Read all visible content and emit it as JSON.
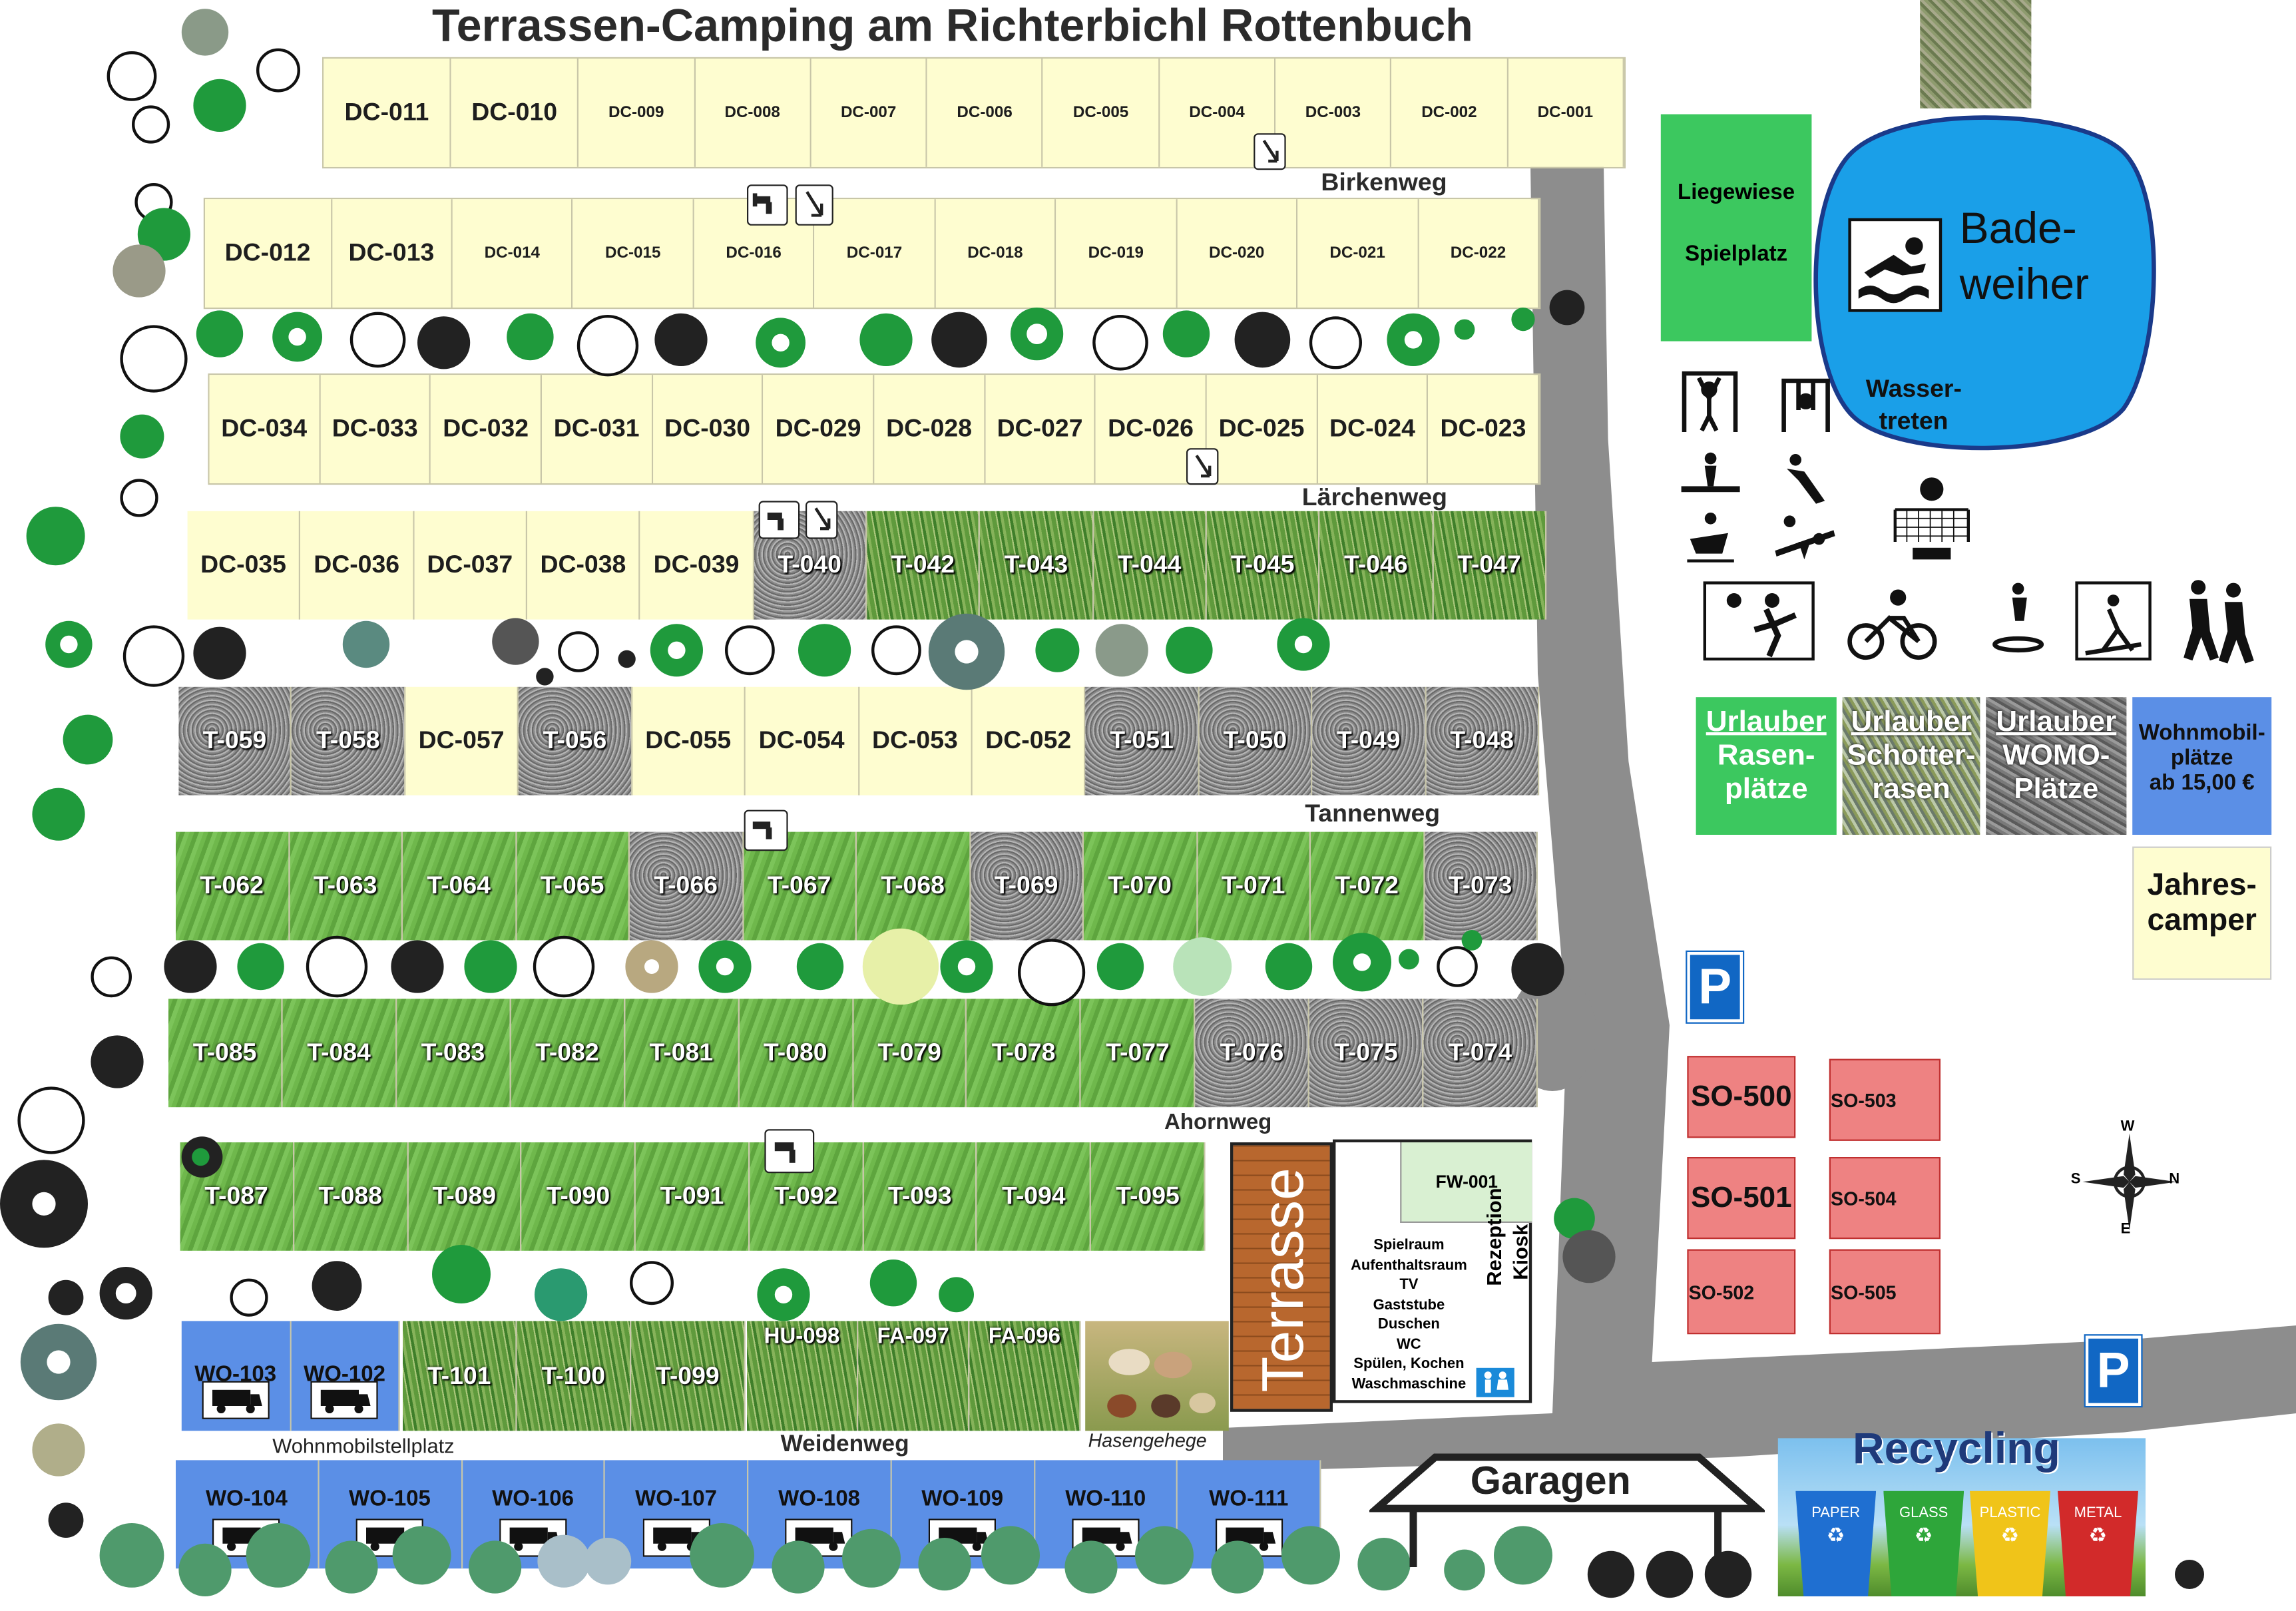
{
  "title": "Terrassen-Camping am Richterbichl Rottenbuch",
  "streets": [
    "Birkenweg",
    "Lärchenweg",
    "Tannenweg",
    "Ahornweg",
    "Weidenweg"
  ],
  "rows": {
    "r1": [
      {
        "id": "DC-011",
        "s": "dc"
      },
      {
        "id": "DC-010",
        "s": "dc"
      },
      {
        "id": "DC-009",
        "s": "dc"
      },
      {
        "id": "DC-008",
        "s": "dc"
      },
      {
        "id": "DC-007",
        "s": "dc"
      },
      {
        "id": "DC-006",
        "s": "dc"
      },
      {
        "id": "DC-005",
        "s": "dc"
      },
      {
        "id": "DC-004",
        "s": "dc"
      },
      {
        "id": "DC-003",
        "s": "dc"
      },
      {
        "id": "DC-002",
        "s": "dc"
      },
      {
        "id": "DC-001",
        "s": "dc"
      }
    ],
    "r2": [
      {
        "id": "DC-012",
        "s": "dc"
      },
      {
        "id": "DC-013",
        "s": "dc"
      },
      {
        "id": "DC-014",
        "s": "dc"
      },
      {
        "id": "DC-015",
        "s": "dc"
      },
      {
        "id": "DC-016",
        "s": "dc"
      },
      {
        "id": "DC-017",
        "s": "dc"
      },
      {
        "id": "DC-018",
        "s": "dc"
      },
      {
        "id": "DC-019",
        "s": "dc"
      },
      {
        "id": "DC-020",
        "s": "dc"
      },
      {
        "id": "DC-021",
        "s": "dc"
      },
      {
        "id": "DC-022",
        "s": "dc"
      }
    ],
    "r3": [
      {
        "id": "DC-034",
        "s": "dc"
      },
      {
        "id": "DC-033",
        "s": "dc"
      },
      {
        "id": "DC-032",
        "s": "dc"
      },
      {
        "id": "DC-031",
        "s": "dc"
      },
      {
        "id": "DC-030",
        "s": "dc"
      },
      {
        "id": "DC-029",
        "s": "dc"
      },
      {
        "id": "DC-028",
        "s": "dc"
      },
      {
        "id": "DC-027",
        "s": "dc"
      },
      {
        "id": "DC-026",
        "s": "dc"
      },
      {
        "id": "DC-025",
        "s": "dc"
      },
      {
        "id": "DC-024",
        "s": "dc"
      },
      {
        "id": "DC-023",
        "s": "dc"
      }
    ],
    "r4": [
      {
        "id": "DC-035",
        "s": "dc"
      },
      {
        "id": "DC-036",
        "s": "dc"
      },
      {
        "id": "DC-037",
        "s": "dc"
      },
      {
        "id": "DC-038",
        "s": "dc"
      },
      {
        "id": "DC-039",
        "s": "dc"
      },
      {
        "id": "T-040",
        "s": "gravel"
      },
      {
        "id": "T-042",
        "s": "meadow"
      },
      {
        "id": "T-043",
        "s": "meadow"
      },
      {
        "id": "T-044",
        "s": "meadow"
      },
      {
        "id": "T-045",
        "s": "meadow"
      },
      {
        "id": "T-046",
        "s": "meadow"
      },
      {
        "id": "T-047",
        "s": "meadow"
      }
    ],
    "r5": [
      {
        "id": "T-059",
        "s": "gravel"
      },
      {
        "id": "T-058",
        "s": "gravel"
      },
      {
        "id": "DC-057",
        "s": "dc"
      },
      {
        "id": "T-056",
        "s": "gravel"
      },
      {
        "id": "DC-055",
        "s": "dc"
      },
      {
        "id": "DC-054",
        "s": "dc"
      },
      {
        "id": "DC-053",
        "s": "dc"
      },
      {
        "id": "DC-052",
        "s": "dc"
      },
      {
        "id": "T-051",
        "s": "gravel"
      },
      {
        "id": "T-050",
        "s": "gravel"
      },
      {
        "id": "T-049",
        "s": "gravel"
      },
      {
        "id": "T-048",
        "s": "gravel"
      }
    ],
    "r6": [
      {
        "id": "T-062",
        "s": "grass"
      },
      {
        "id": "T-063",
        "s": "grass"
      },
      {
        "id": "T-064",
        "s": "grass"
      },
      {
        "id": "T-065",
        "s": "grass"
      },
      {
        "id": "T-066",
        "s": "gravel"
      },
      {
        "id": "T-067",
        "s": "grass"
      },
      {
        "id": "T-068",
        "s": "grass"
      },
      {
        "id": "T-069",
        "s": "gravel"
      },
      {
        "id": "T-070",
        "s": "grass"
      },
      {
        "id": "T-071",
        "s": "grass"
      },
      {
        "id": "T-072",
        "s": "grass"
      },
      {
        "id": "T-073",
        "s": "gravel"
      }
    ],
    "r7": [
      {
        "id": "T-085",
        "s": "grass"
      },
      {
        "id": "T-084",
        "s": "grass"
      },
      {
        "id": "T-083",
        "s": "grass"
      },
      {
        "id": "T-082",
        "s": "grass"
      },
      {
        "id": "T-081",
        "s": "grass"
      },
      {
        "id": "T-080",
        "s": "grass"
      },
      {
        "id": "T-079",
        "s": "grass"
      },
      {
        "id": "T-078",
        "s": "grass"
      },
      {
        "id": "T-077",
        "s": "grass"
      },
      {
        "id": "T-076",
        "s": "gravel"
      },
      {
        "id": "T-075",
        "s": "gravel"
      },
      {
        "id": "T-074",
        "s": "gravel"
      }
    ],
    "r8": [
      {
        "id": "T-087",
        "s": "grass"
      },
      {
        "id": "T-088",
        "s": "grass"
      },
      {
        "id": "T-089",
        "s": "grass"
      },
      {
        "id": "T-090",
        "s": "grass"
      },
      {
        "id": "T-091",
        "s": "grass"
      },
      {
        "id": "T-092",
        "s": "grass"
      },
      {
        "id": "T-093",
        "s": "grass"
      },
      {
        "id": "T-094",
        "s": "grass"
      },
      {
        "id": "T-095",
        "s": "grass"
      }
    ],
    "r9a": [
      {
        "id": "WO-103",
        "s": "wo"
      },
      {
        "id": "WO-102",
        "s": "wo"
      }
    ],
    "r9b": [
      {
        "id": "T-101",
        "s": "meadow"
      },
      {
        "id": "T-100",
        "s": "meadow"
      },
      {
        "id": "T-099",
        "s": "meadow"
      }
    ],
    "r9c": [
      {
        "id": "HU-098",
        "s": "meadow"
      },
      {
        "id": "FA-097",
        "s": "meadow"
      },
      {
        "id": "FA-096",
        "s": "meadow"
      }
    ],
    "r10": [
      {
        "id": "WO-104",
        "s": "wo"
      },
      {
        "id": "WO-105",
        "s": "wo"
      },
      {
        "id": "WO-106",
        "s": "wo"
      },
      {
        "id": "WO-107",
        "s": "wo"
      },
      {
        "id": "WO-108",
        "s": "wo"
      },
      {
        "id": "WO-109",
        "s": "wo"
      },
      {
        "id": "WO-110",
        "s": "wo"
      },
      {
        "id": "WO-111",
        "s": "wo"
      }
    ]
  },
  "labels": {
    "wohnmobilstellplatz": "Wohnmobilstellplatz",
    "hasengehege": "Hasengehege",
    "liegewiese": "Liegewiese",
    "spielplatz": "Spielplatz",
    "badeweiher_1": "Bade-",
    "badeweiher_2": "weiher",
    "wassertreten_1": "Wasser-",
    "wassertreten_2": "treten",
    "terrasse": "Terrasse",
    "fw": "FW-001",
    "rezeption": "Rezeption",
    "kiosk": "Kiosk",
    "garagen": "Garagen",
    "recycling": "Recycling",
    "jahrescamper_1": "Jahres-",
    "jahrescamper_2": "camper",
    "parking": "P",
    "volley": "ICON"
  },
  "services": [
    "Spielraum",
    "Aufenthaltsraum",
    "TV",
    "Gaststube",
    "Duschen",
    "WC",
    "Spülen, Kochen",
    "Waschmaschine"
  ],
  "legend": {
    "rasen": [
      "Urlauber",
      "Rasen-",
      "plätze"
    ],
    "schotter": [
      "Urlauber",
      "Schotter-",
      "rasen"
    ],
    "womo": [
      "Urlauber",
      "WOMO-",
      "Plätze"
    ],
    "wohnmobil": [
      "Wohnmobil-",
      "plätze",
      "ab 15,00 €"
    ]
  },
  "special": [
    "SO-500",
    "SO-501",
    "SO-502",
    "SO-503",
    "SO-504",
    "SO-505"
  ],
  "bins": [
    "PAPER",
    "GLASS",
    "PLASTIC",
    "METAL"
  ],
  "compass": {
    "n": "N",
    "s": "S",
    "w": "W",
    "e": "E"
  },
  "colors": {
    "dc": "#fefdd0",
    "wo": "#5b8fe6",
    "road": "#8d8d8d",
    "lake": "#1a9fe8",
    "green": "#3cc85f",
    "so": "#ee8282"
  }
}
